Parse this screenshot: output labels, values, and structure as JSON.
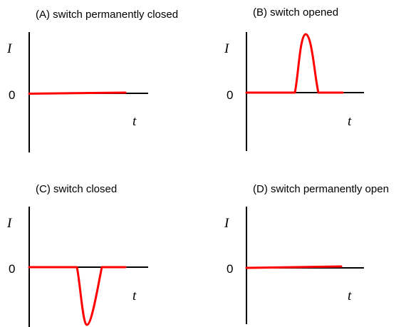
{
  "panels": [
    {
      "caption": "(A) switch permanently closed",
      "ylabel": "I",
      "zero": "0",
      "xlabel": "t",
      "pulse": "none",
      "color": "#ff0000"
    },
    {
      "caption": "(B) switch opened",
      "ylabel": "I",
      "zero": "0",
      "xlabel": "t",
      "pulse": "positive",
      "color": "#ff0000"
    },
    {
      "caption": "(C) switch closed",
      "ylabel": "I",
      "zero": "0",
      "xlabel": "t",
      "pulse": "negative",
      "color": "#ff0000"
    },
    {
      "caption": "(D) switch permanently open",
      "ylabel": "I",
      "zero": "0",
      "xlabel": "t",
      "pulse": "none",
      "color": "#ff0000"
    }
  ]
}
